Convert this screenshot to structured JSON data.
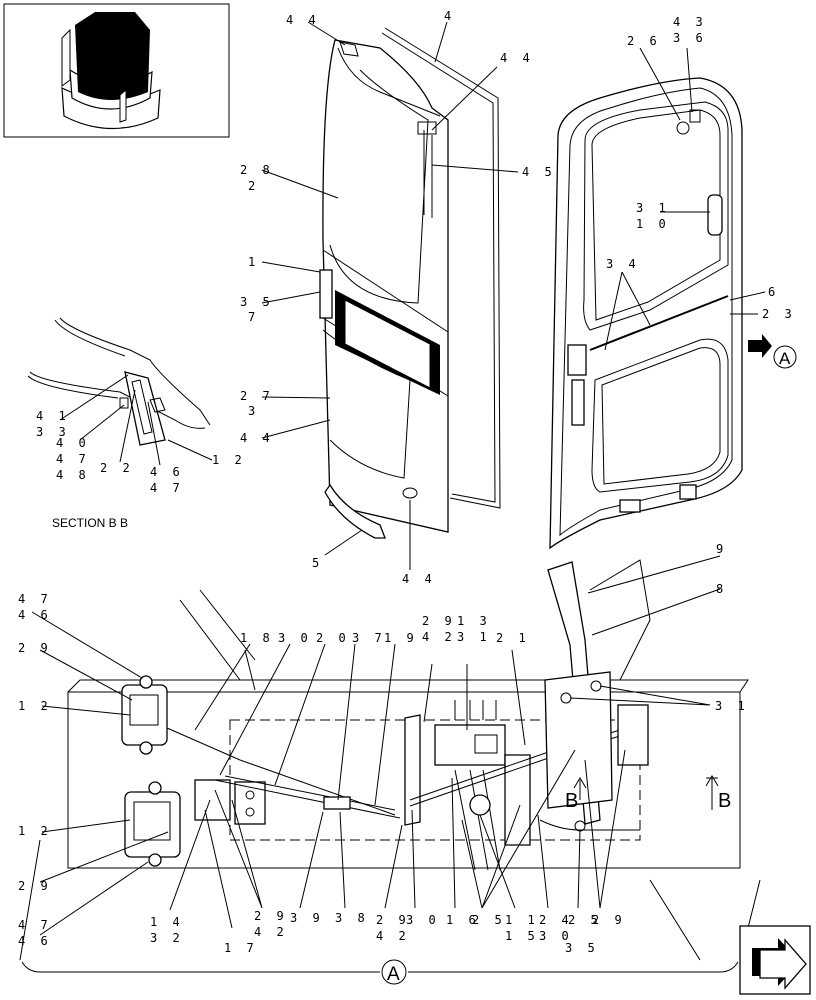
{
  "section_title": "SECTION B B",
  "view_markers": {
    "view_a_top": "A",
    "view_a_bottom": "A",
    "section_b_arrow_1": "B",
    "section_b_arrow_2": "B"
  },
  "callouts": {
    "upper": [
      {
        "id": "u44a",
        "text": "4 4"
      },
      {
        "id": "u4",
        "text": "4"
      },
      {
        "id": "u44b",
        "text": "4 4"
      },
      {
        "id": "u45",
        "text": "4 5"
      },
      {
        "id": "u28",
        "text": "2 8"
      },
      {
        "id": "u2",
        "text": "2"
      },
      {
        "id": "u1",
        "text": "1"
      },
      {
        "id": "u35",
        "text": "3 5"
      },
      {
        "id": "u7",
        "text": "7"
      },
      {
        "id": "u27",
        "text": "2 7"
      },
      {
        "id": "u3",
        "text": "3"
      },
      {
        "id": "u44c",
        "text": "4 4"
      },
      {
        "id": "u5",
        "text": "5"
      },
      {
        "id": "u44d",
        "text": "4 4"
      },
      {
        "id": "u26",
        "text": "2 6"
      },
      {
        "id": "u43",
        "text": "4 3"
      },
      {
        "id": "u36",
        "text": "3 6"
      },
      {
        "id": "u31",
        "text": "3 1"
      },
      {
        "id": "u10",
        "text": "1 0"
      },
      {
        "id": "u34",
        "text": "3 4"
      },
      {
        "id": "u6",
        "text": "6"
      },
      {
        "id": "u23",
        "text": "2 3"
      }
    ],
    "section": [
      {
        "id": "s41",
        "text": "4 1"
      },
      {
        "id": "s33",
        "text": "3 3"
      },
      {
        "id": "s40",
        "text": "4 0"
      },
      {
        "id": "s47a",
        "text": "4 7"
      },
      {
        "id": "s48",
        "text": "4 8"
      },
      {
        "id": "s22",
        "text": "2 2"
      },
      {
        "id": "s46",
        "text": "4 6"
      },
      {
        "id": "s47b",
        "text": "4 7"
      },
      {
        "id": "s12",
        "text": "1 2"
      }
    ],
    "lower": [
      {
        "id": "l47a",
        "text": "4 7"
      },
      {
        "id": "l46a",
        "text": "4 6"
      },
      {
        "id": "l29a",
        "text": "2 9"
      },
      {
        "id": "l12a",
        "text": "1 2"
      },
      {
        "id": "l18",
        "text": "1 8"
      },
      {
        "id": "l30a",
        "text": "3 0"
      },
      {
        "id": "l20",
        "text": "2 0"
      },
      {
        "id": "l37",
        "text": "3 7"
      },
      {
        "id": "l19",
        "text": "1 9"
      },
      {
        "id": "l29b",
        "text": "2 9"
      },
      {
        "id": "l42a",
        "text": "4 2"
      },
      {
        "id": "l13",
        "text": "1 3"
      },
      {
        "id": "l31a",
        "text": "3 1"
      },
      {
        "id": "l21",
        "text": "2 1"
      },
      {
        "id": "l9",
        "text": "9"
      },
      {
        "id": "l8",
        "text": "8"
      },
      {
        "id": "l31b",
        "text": "3 1"
      },
      {
        "id": "l12b",
        "text": "1 2"
      },
      {
        "id": "l29c",
        "text": "2 9"
      },
      {
        "id": "l47b",
        "text": "4 7"
      },
      {
        "id": "l46b",
        "text": "4 6"
      },
      {
        "id": "l14",
        "text": "1 4"
      },
      {
        "id": "l32",
        "text": "3 2"
      },
      {
        "id": "l17",
        "text": "1 7"
      },
      {
        "id": "l29d",
        "text": "2 9"
      },
      {
        "id": "l42b",
        "text": "4 2"
      },
      {
        "id": "l39",
        "text": "3 9"
      },
      {
        "id": "l38",
        "text": "3 8"
      },
      {
        "id": "l29e",
        "text": "2 9"
      },
      {
        "id": "l42c",
        "text": "4 2"
      },
      {
        "id": "l30b",
        "text": "3 0"
      },
      {
        "id": "l16",
        "text": "1 6"
      },
      {
        "id": "l25a",
        "text": "2 5"
      },
      {
        "id": "l11",
        "text": "1 1"
      },
      {
        "id": "l15",
        "text": "1 5"
      },
      {
        "id": "l24",
        "text": "2 4"
      },
      {
        "id": "l30c",
        "text": "3 0"
      },
      {
        "id": "l25b",
        "text": "2 5"
      },
      {
        "id": "l35",
        "text": "3 5"
      },
      {
        "id": "l29f",
        "text": "2 9"
      }
    ]
  }
}
